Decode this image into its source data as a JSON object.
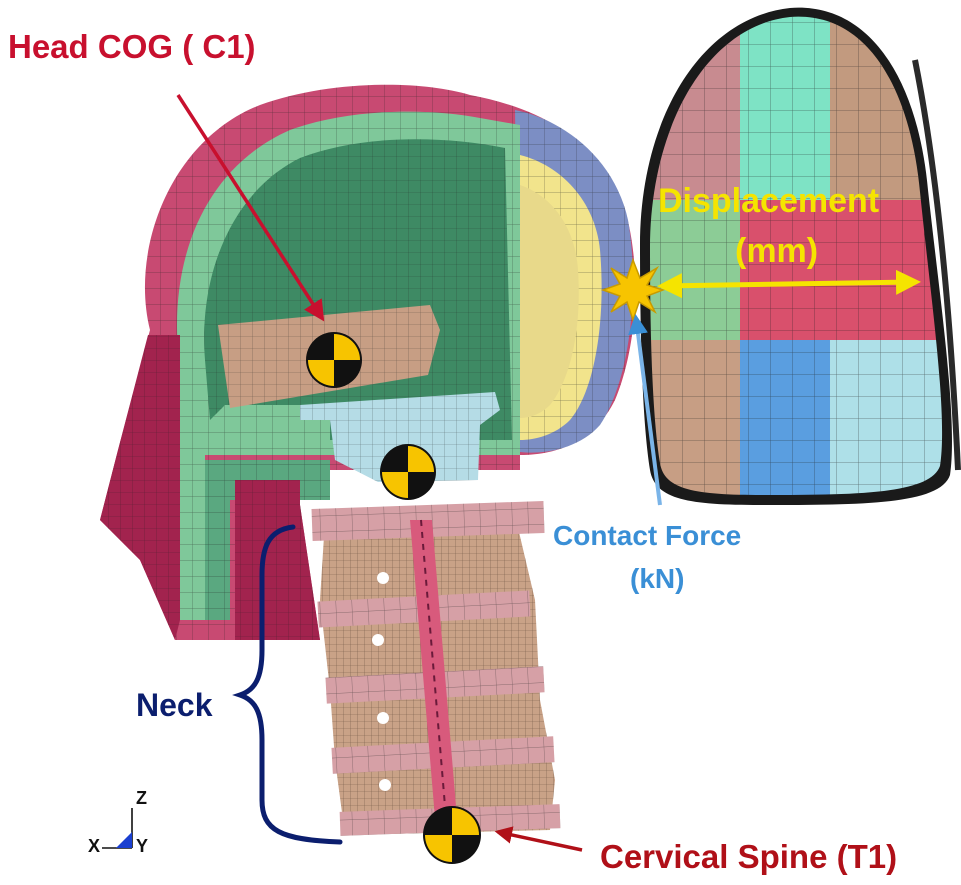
{
  "labels": {
    "head_cog": "Head COG ( C1)",
    "displacement_line1": "Displacement",
    "displacement_line2": "(mm)",
    "contact_force_line1": "Contact Force",
    "contact_force_line2": "(kN)",
    "neck": "Neck",
    "cervical_spine": "Cervical Spine (T1)"
  },
  "axis_triad": {
    "z": "Z",
    "x": "X",
    "y": "Y"
  },
  "colors": {
    "red_label": "#c8102e",
    "yellow_label": "#f5e400",
    "blue_label": "#3a8fd6",
    "navy_label": "#0b1e6e",
    "skull_outer": "#c84a72",
    "skull_inner": "#3e8a64",
    "face_dark": "#a2234e",
    "tan_block": "#c79e84",
    "impactor_green": "#8ccc96",
    "impactor_red": "#d9506c",
    "impactor_teal": "#7ee3c5",
    "impactor_tan": "#c29a7f",
    "impactor_blue": "#5a9ee0",
    "impactor_lightblue": "#aee0e8",
    "neck_disc": "#d6a0a6",
    "neck_body": "#c9a287",
    "cog_yellow": "#f7c400"
  }
}
